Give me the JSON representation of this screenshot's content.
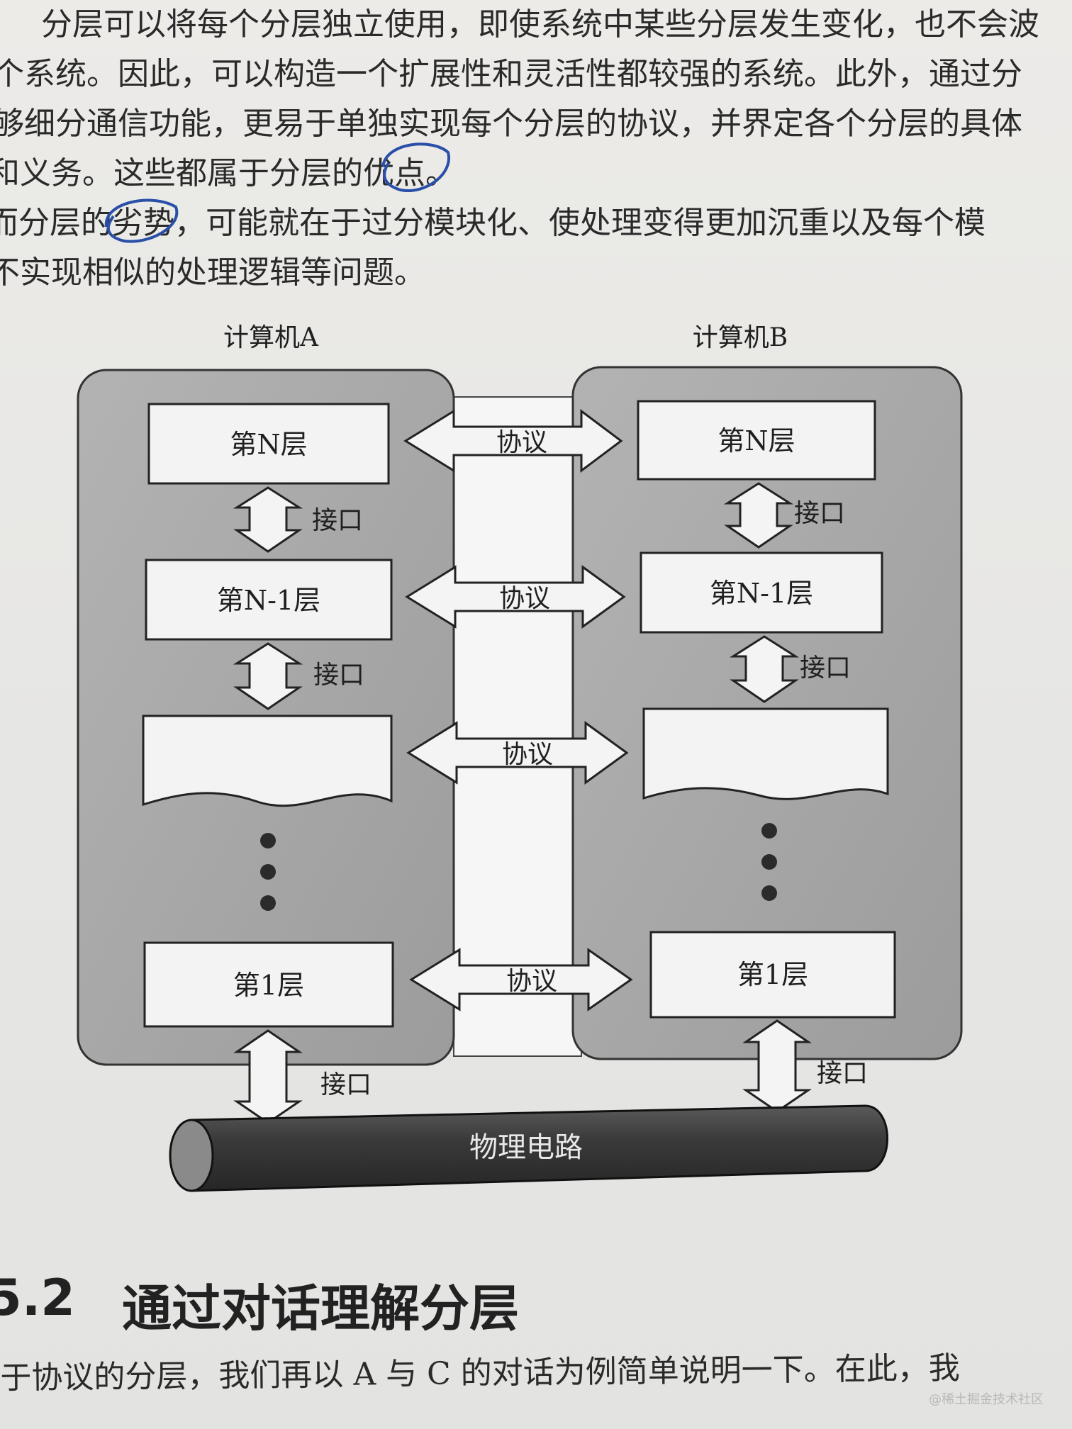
{
  "paragraph_lines": [
    "　分层可以将每个分层独立使用，即使系统中某些分层发生变化，也不会波",
    "个系统。因此，可以构造一个扩展性和灵活性都较强的系统。此外，通过分",
    "够细分通信功能，更易于单独实现每个分层的协议，并界定各个分层的具体",
    "和义务。这些都属于分层的优点。",
    "而分层的劣势，可能就在于过分模块化、使处理变得更加沉重以及每个模",
    "不实现相似的处理逻辑等问题。"
  ],
  "diagram": {
    "computer_a_label": "计算机A",
    "computer_b_label": "计算机B",
    "layer_n": "第N层",
    "layer_n_minus_1": "第N-1层",
    "layer_1": "第1层",
    "protocol_label": "协议",
    "interface_label": "接口",
    "physical_label": "物理电路"
  },
  "section": {
    "number": "5.2",
    "title": "通过对话理解分层"
  },
  "bottom_line": "于协议的分层，我们再以 A 与 C 的对话为例简单说明一下。在此，我",
  "watermark": "@稀土掘金技术社区",
  "colors": {
    "panel": "#a9a9a9",
    "box": "#f2f2f2",
    "cylinder": "#3a3a3a",
    "pen_annotation": "#2a4fa8"
  }
}
